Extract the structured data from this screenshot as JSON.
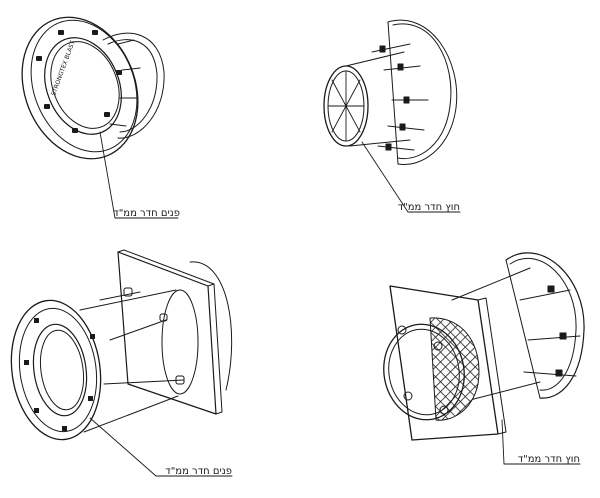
{
  "callouts": [
    {
      "id": "top-left",
      "label": "פנים חדר ממ\"ד"
    },
    {
      "id": "top-right",
      "label": "חוץ חדר ממ\"ד"
    },
    {
      "id": "bottom-left",
      "label": "פנים חדר ממ\"ד"
    },
    {
      "id": "bottom-right",
      "label": "חוץ חדר ממ\"ד"
    }
  ],
  "stamped_text": {
    "flange_ring": "STRONGTEX BLAST"
  },
  "colors": {
    "line": "#1a1a1a",
    "background": "#ffffff",
    "hatch": "#2a2a2a"
  }
}
